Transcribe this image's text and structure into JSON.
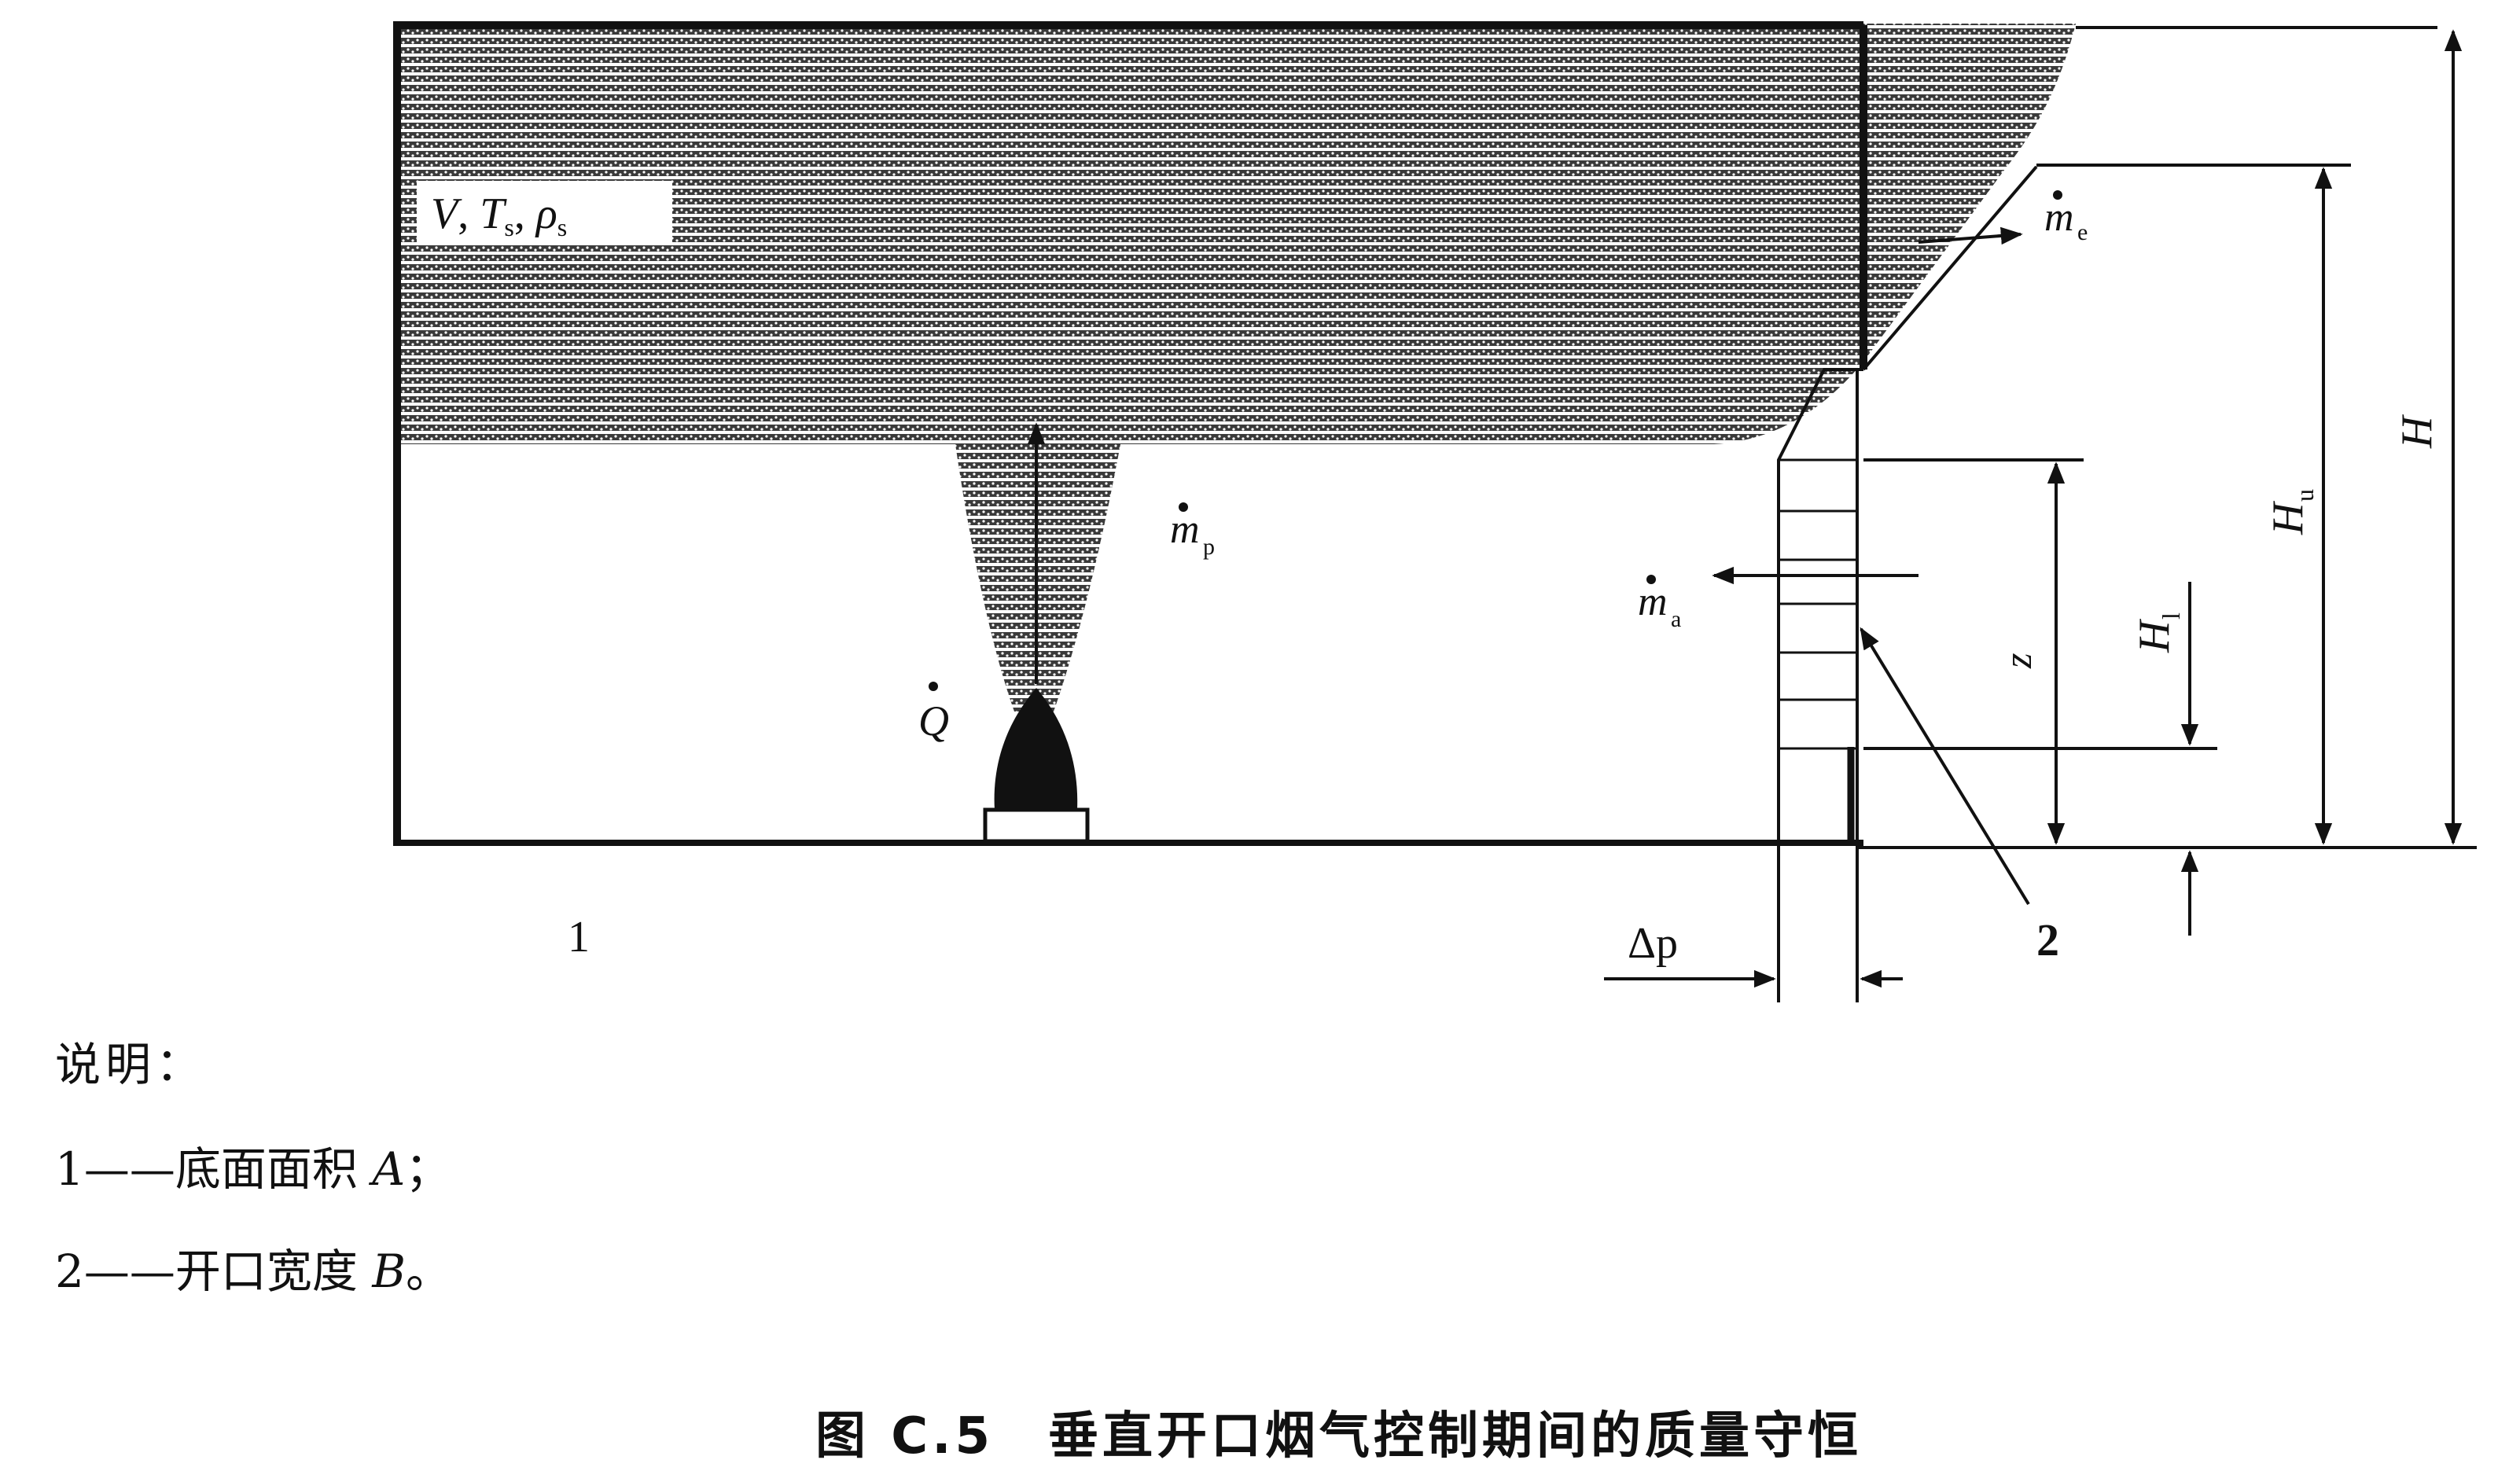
{
  "labels": {
    "room_props": {
      "V": "V",
      "sep1": ", ",
      "T": "T",
      "T_sub": "s",
      "sep2": ", ",
      "rho": "ρ",
      "rho_sub": "s"
    },
    "m_p": {
      "sym": "m",
      "sub": "p"
    },
    "m_a": {
      "sym": "m",
      "sub": "a"
    },
    "m_e": {
      "sym": "m",
      "sub": "e"
    },
    "Q": "Q",
    "H": "H",
    "H_u": {
      "sym": "H",
      "sub": "u"
    },
    "H_l": {
      "sym": "H",
      "sub": "l"
    },
    "z": "z",
    "delta_p": "Δp",
    "marker_1": "1",
    "marker_2": "2"
  },
  "legend": {
    "title": "说明：",
    "items": [
      {
        "num": "1",
        "dash": "——",
        "text": "底面面积",
        "var": "A",
        "end": "；"
      },
      {
        "num": "2",
        "dash": "——",
        "text": "开口宽度",
        "var": "B",
        "end": "。"
      }
    ]
  },
  "caption": "图 C.5　垂直开口烟气控制期间的质量守恒"
}
